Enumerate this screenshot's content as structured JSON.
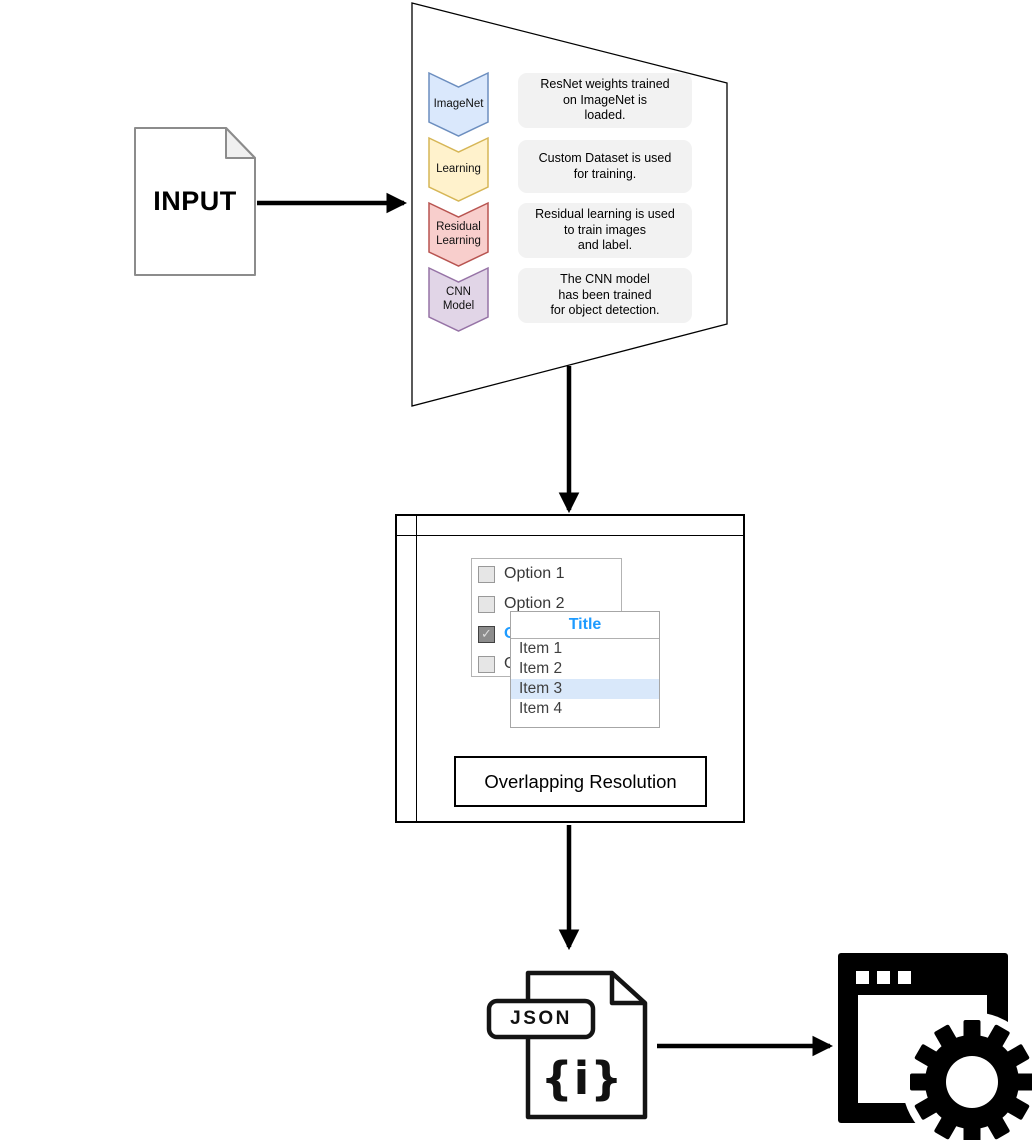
{
  "diagram": {
    "input": {
      "label": "INPUT"
    },
    "training_panel": {
      "stages": [
        {
          "label": "ImageNet",
          "description": "ResNet weights trained\non ImageNet is\nloaded.",
          "fill": "#dae8fc",
          "stroke": "#6c8ebf"
        },
        {
          "label": "Learning",
          "description": "Custom Dataset is used\nfor training.",
          "fill": "#fff2cc",
          "stroke": "#d6b656"
        },
        {
          "label": "Residual\nLearning",
          "description": "Residual learning is used\nto train images\nand label.",
          "fill": "#f8cecc",
          "stroke": "#b85450"
        },
        {
          "label": "CNN\nModel",
          "description": "The CNN model\nhas been trained\nfor object detection.",
          "fill": "#e1d5e7",
          "stroke": "#9673a6"
        }
      ]
    },
    "resolution_window": {
      "checkbox_group": {
        "options": [
          {
            "label": "Option 1",
            "checked": false
          },
          {
            "label": "Option 2",
            "checked": false
          },
          {
            "label": "Option 3",
            "checked": true
          },
          {
            "label": "Option 4",
            "checked": false
          }
        ],
        "checked_glyph": "✓"
      },
      "dropdown": {
        "title": "Title",
        "items": [
          "Item 1",
          "Item 2",
          "Item 3",
          "Item 4"
        ],
        "highlighted_item": "Item 3"
      },
      "caption": "Overlapping Resolution"
    },
    "output": {
      "badge": "JSON",
      "glyph": "{i}"
    },
    "colors": {
      "accent_blue": "#1e9bff",
      "highlight_row": "#d9e8fa",
      "description_panel_gray": "#f2f2f2"
    }
  }
}
